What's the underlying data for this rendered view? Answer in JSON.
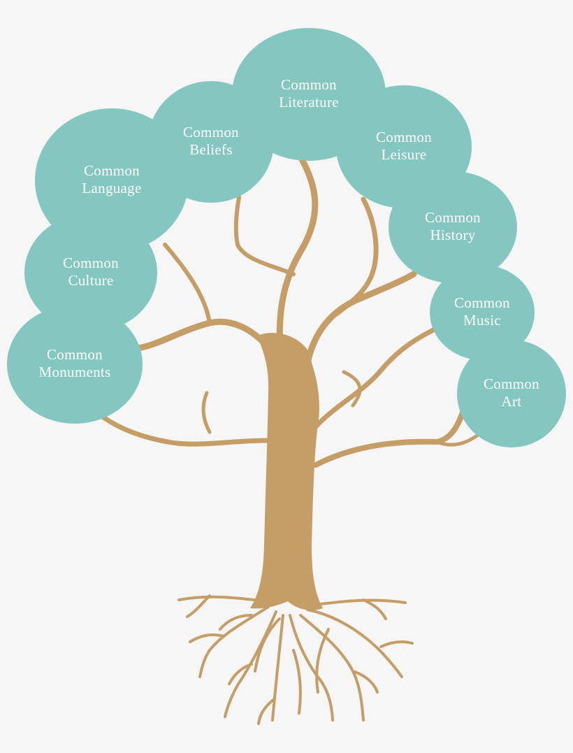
{
  "colors": {
    "background": "#f6f6f6",
    "bubble": "#84c7c1",
    "tree": "#c59d66",
    "text": "#ffffff"
  },
  "bubbles": [
    {
      "id": "monuments",
      "line1": "Common",
      "line2": "Monuments"
    },
    {
      "id": "culture",
      "line1": "Common",
      "line2": "Culture"
    },
    {
      "id": "language",
      "line1": "Common",
      "line2": "Language"
    },
    {
      "id": "beliefs",
      "line1": "Common",
      "line2": "Beliefs"
    },
    {
      "id": "literature",
      "line1": "Common",
      "line2": "Literature"
    },
    {
      "id": "leisure",
      "line1": "Common",
      "line2": "Leisure"
    },
    {
      "id": "history",
      "line1": "Common",
      "line2": "History"
    },
    {
      "id": "music",
      "line1": "Common",
      "line2": "Music"
    },
    {
      "id": "art",
      "line1": "Common",
      "line2": "Art"
    }
  ]
}
